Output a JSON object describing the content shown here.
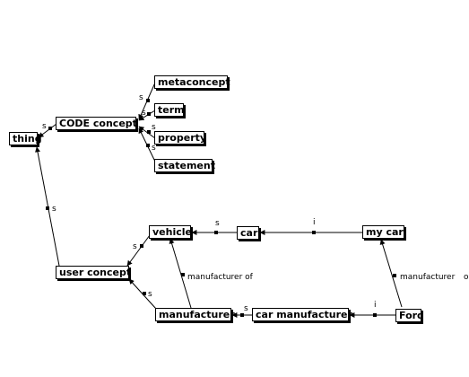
{
  "nodes": {
    "thing": "thing",
    "code_concept": "CODE concept",
    "metaconcept": "metaconcept",
    "term": "term",
    "property": "property",
    "statement": "statement",
    "user_concept": "user concept",
    "vehicle": "vehicle",
    "car": "car",
    "my_car": "my car",
    "manufacturer": "manufacturer",
    "car_manufacturer": "car manufacturer",
    "ford": "Ford"
  },
  "edge_labels": {
    "s": "s",
    "i": "i",
    "manufacturer_of": "manufacturer of",
    "manufacturer": "manufacturer",
    "cut_off": "o"
  },
  "colors": {
    "line": "#000000",
    "background": "#ffffff"
  }
}
